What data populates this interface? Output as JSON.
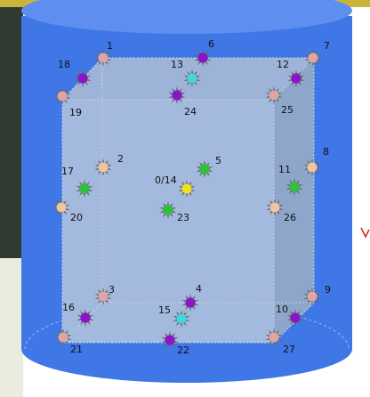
{
  "colors": {
    "cylinder": "#3f77e6",
    "cylinder_top": "#5e8ff0",
    "cube_face": "#a9bddc",
    "cube_side": "#8ea6ca",
    "background_left": "#2f3a33",
    "background_panel": "#e9ecdf",
    "top_banner": "#c9b53a",
    "stroke": "#c8d4e8"
  },
  "marker_types": {
    "pink": "#e0a4a4",
    "purple": "#8a14c8",
    "cyan": "#40d8e0",
    "green": "#2cc23a",
    "yellow": "#f2e21a",
    "peach": "#efc4a0"
  },
  "markers": [
    {
      "label": "1",
      "type": "pink"
    },
    {
      "label": "2",
      "type": "peach"
    },
    {
      "label": "3",
      "type": "pink"
    },
    {
      "label": "4",
      "type": "purple"
    },
    {
      "label": "5",
      "type": "green"
    },
    {
      "label": "6",
      "type": "purple"
    },
    {
      "label": "7",
      "type": "pink"
    },
    {
      "label": "8",
      "type": "peach"
    },
    {
      "label": "9",
      "type": "pink"
    },
    {
      "label": "10",
      "type": "purple"
    },
    {
      "label": "11",
      "type": "green"
    },
    {
      "label": "12",
      "type": "purple"
    },
    {
      "label": "13",
      "type": "cyan"
    },
    {
      "label": "0/14",
      "type": "yellow"
    },
    {
      "label": "15",
      "type": "cyan"
    },
    {
      "label": "16",
      "type": "purple"
    },
    {
      "label": "17",
      "type": "green"
    },
    {
      "label": "18",
      "type": "purple"
    },
    {
      "label": "19",
      "type": "pink"
    },
    {
      "label": "20",
      "type": "peach"
    },
    {
      "label": "21",
      "type": "pink"
    },
    {
      "label": "22",
      "type": "purple"
    },
    {
      "label": "23",
      "type": "green"
    },
    {
      "label": "24",
      "type": "purple"
    },
    {
      "label": "25",
      "type": "pink"
    },
    {
      "label": "26",
      "type": "peach"
    },
    {
      "label": "27",
      "type": "pink"
    }
  ]
}
